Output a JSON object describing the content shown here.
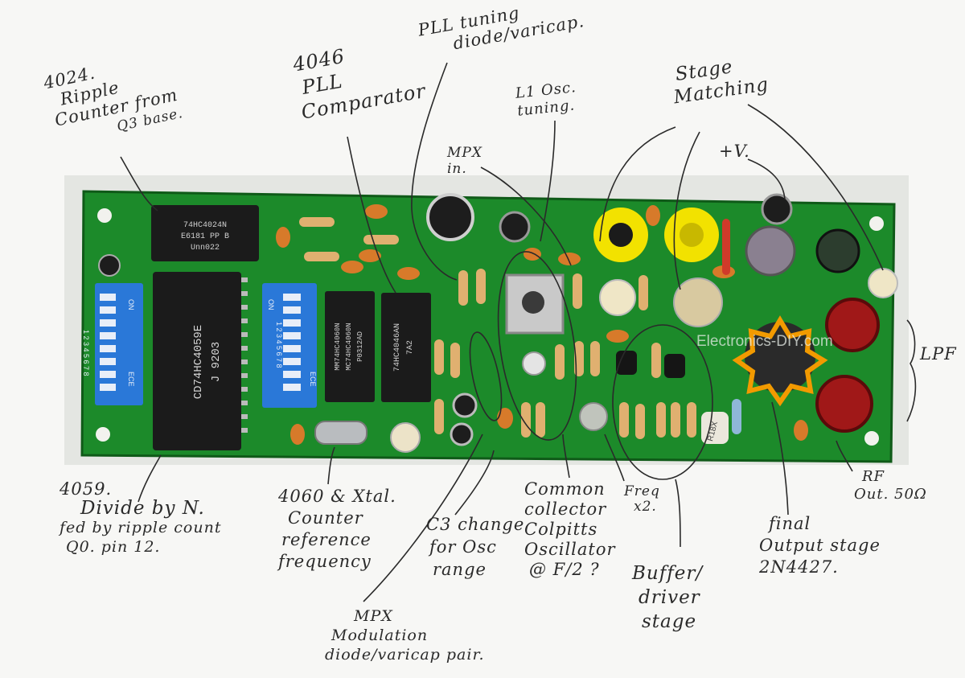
{
  "colors": {
    "paper": "#f7f7f5",
    "pcb": "#1c8a2a",
    "pcb_dark": "#0f5a18",
    "ink": "#2a2a2a",
    "dip_switch": "#2a78d8",
    "ic_body": "#1b1b1b",
    "trimmer_yellow": "#f2e200",
    "coil_red": "#a01818"
  },
  "watermark": "Electronics-DIY.com",
  "board": {
    "ic_4024": {
      "line1": "74HC4024N",
      "line2": "E6181 PP B",
      "line3": "Unn022"
    },
    "ic_4059": {
      "line1": "CD74HC4059E",
      "line2": "J 9203"
    },
    "ic_4060": {
      "line1": "MM74HC4060N",
      "line2": "MC74HC4060N",
      "line3": "P0312AD"
    },
    "ic_4046": {
      "line1": "74HC4046AN",
      "line2": "7A2"
    },
    "dip_left": {
      "label": "ON",
      "numbers": "1 2 3 4 5 6 7 8",
      "brand": "ECE"
    },
    "dip_right": {
      "label": "ON",
      "numbers": "1 2 3 4 5 6 7 8",
      "brand": "ECE"
    },
    "resistor_label": "R18X"
  },
  "annotations": {
    "ripple_counter": {
      "l1": "4024.",
      "l2": "Ripple",
      "l3": "Counter from",
      "l4": "Q3 base."
    },
    "pll_comparator": {
      "l1": "4046",
      "l2": "PLL",
      "l3": "Comparator"
    },
    "pll_tuning": {
      "l1": "PLL tuning",
      "l2": "diode/varicap."
    },
    "l1_osc": {
      "l1": "L1 Osc.",
      "l2": "tuning."
    },
    "mpx_in": {
      "l1": "MPX",
      "l2": "in."
    },
    "stage_matching": {
      "l1": "Stage",
      "l2": "Matching"
    },
    "plus_v": {
      "l1": "+V."
    },
    "lpf": {
      "l1": "LPF"
    },
    "divide_by_n": {
      "l1": "4059.",
      "l2": "Divide by N.",
      "l3": "fed by ripple count",
      "l4": "Q0. pin 12."
    },
    "counter_reference": {
      "l1": "4060 & Xtal.",
      "l2": "Counter",
      "l3": "reference",
      "l4": "frequency"
    },
    "c3_change": {
      "l1": "C3 change",
      "l2": "for Osc",
      "l3": "range"
    },
    "colpitts": {
      "l1": "Common",
      "l2": "collector",
      "l3": "Colpitts",
      "l4": "Oscillator",
      "l5": "@ F/2 ?"
    },
    "freq_x2": {
      "l1": "Freq",
      "l2": "x2."
    },
    "buffer_driver": {
      "l1": "Buffer/",
      "l2": "driver",
      "l3": "stage"
    },
    "mpx_modulation": {
      "l1": "MPX",
      "l2": "Modulation",
      "l3": "diode/varicap pair."
    },
    "final_output": {
      "l1": "final",
      "l2": "Output stage",
      "l3": "2N4427."
    },
    "rf_out": {
      "l1": "RF",
      "l2": "Out. 50Ω"
    }
  }
}
